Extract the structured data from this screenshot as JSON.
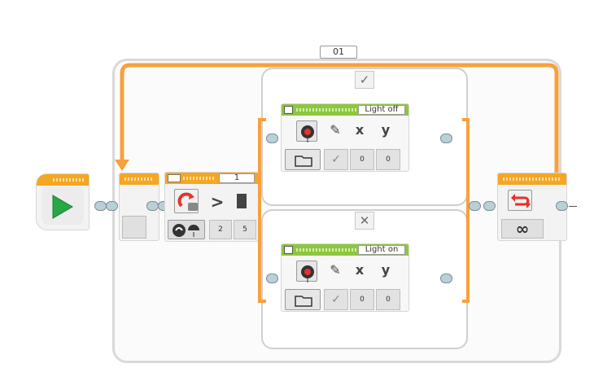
{
  "loop": {
    "name_label": "01",
    "end_mode_symbol": "∞"
  },
  "switch": {
    "true_tab": "✓",
    "false_tab": "✕",
    "header_value": "1",
    "compare_symbol": ">",
    "threshold_value": "2",
    "port_value": "5"
  },
  "blocks": [
    {
      "title": "Light off",
      "eraser_symbol": "✎",
      "x_label": "x",
      "y_label": "y",
      "check_symbol": "✓",
      "x_value": "0",
      "y_value": "0"
    },
    {
      "title": "Light on",
      "eraser_symbol": "✎",
      "x_label": "x",
      "y_label": "y",
      "check_symbol": "✓",
      "x_value": "0",
      "y_value": "0"
    }
  ],
  "colors": {
    "orange_wire": "#f7a13c",
    "orange_bar": "#f5a623",
    "green_bar": "#8dc73f",
    "start_arrow": "#28a745",
    "loop_arrow": "#e5322d"
  }
}
